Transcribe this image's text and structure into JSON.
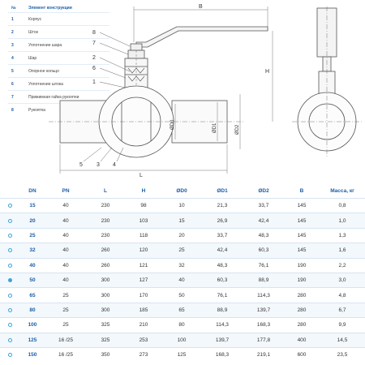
{
  "legend": {
    "col_num": "№",
    "col_name": "Элемент конструкции",
    "items": [
      {
        "num": "1",
        "name": "Корпус"
      },
      {
        "num": "2",
        "name": "Шток"
      },
      {
        "num": "3",
        "name": "Уплотнение шара"
      },
      {
        "num": "4",
        "name": "Шар"
      },
      {
        "num": "5",
        "name": "Опорное кольцо"
      },
      {
        "num": "6",
        "name": "Уплотнение штока"
      },
      {
        "num": "7",
        "name": "Прижимная гайка рукоятки"
      },
      {
        "num": "8",
        "name": "Рукоятка"
      }
    ]
  },
  "drawing": {
    "callouts": [
      "8",
      "7",
      "2",
      "6",
      "1",
      "5",
      "3",
      "4"
    ],
    "dims": {
      "B": "B",
      "H": "H",
      "L": "L",
      "D0": "ØD0",
      "D1": "ØD1",
      "D2": "ØD2"
    }
  },
  "table": {
    "headers": [
      "DN",
      "PN",
      "L",
      "H",
      "ØD0",
      "ØD1",
      "ØD2",
      "B",
      "Масса, кг"
    ],
    "rows": [
      {
        "marker": "open",
        "cells": [
          "15",
          "40",
          "230",
          "98",
          "10",
          "21,3",
          "33,7",
          "145",
          "0,8"
        ]
      },
      {
        "marker": "open",
        "cells": [
          "20",
          "40",
          "230",
          "103",
          "15",
          "26,9",
          "42,4",
          "145",
          "1,0"
        ]
      },
      {
        "marker": "open",
        "cells": [
          "25",
          "40",
          "230",
          "118",
          "20",
          "33,7",
          "48,3",
          "145",
          "1,3"
        ]
      },
      {
        "marker": "open",
        "cells": [
          "32",
          "40",
          "260",
          "120",
          "25",
          "42,4",
          "60,3",
          "145",
          "1,6"
        ]
      },
      {
        "marker": "open",
        "cells": [
          "40",
          "40",
          "260",
          "121",
          "32",
          "48,3",
          "76,1",
          "190",
          "2,2"
        ]
      },
      {
        "marker": "filled",
        "cells": [
          "50",
          "40",
          "300",
          "127",
          "40",
          "60,3",
          "88,9",
          "190",
          "3,0"
        ]
      },
      {
        "marker": "open",
        "cells": [
          "65",
          "25",
          "300",
          "170",
          "50",
          "76,1",
          "114,3",
          "280",
          "4,8"
        ]
      },
      {
        "marker": "open",
        "cells": [
          "80",
          "25",
          "300",
          "185",
          "65",
          "88,9",
          "139,7",
          "280",
          "6,7"
        ]
      },
      {
        "marker": "open",
        "cells": [
          "100",
          "25",
          "325",
          "210",
          "80",
          "114,3",
          "168,3",
          "280",
          "9,9"
        ]
      },
      {
        "marker": "open",
        "cells": [
          "125",
          "16 /25",
          "325",
          "253",
          "100",
          "139,7",
          "177,8",
          "400",
          "14,5"
        ]
      },
      {
        "marker": "open",
        "cells": [
          "150",
          "16 /25",
          "350",
          "273",
          "125",
          "168,3",
          "219,1",
          "600",
          "23,5"
        ]
      }
    ]
  },
  "colors": {
    "accent": "#1b5ea8",
    "marker": "#3ea3d8",
    "line": "#555555"
  }
}
